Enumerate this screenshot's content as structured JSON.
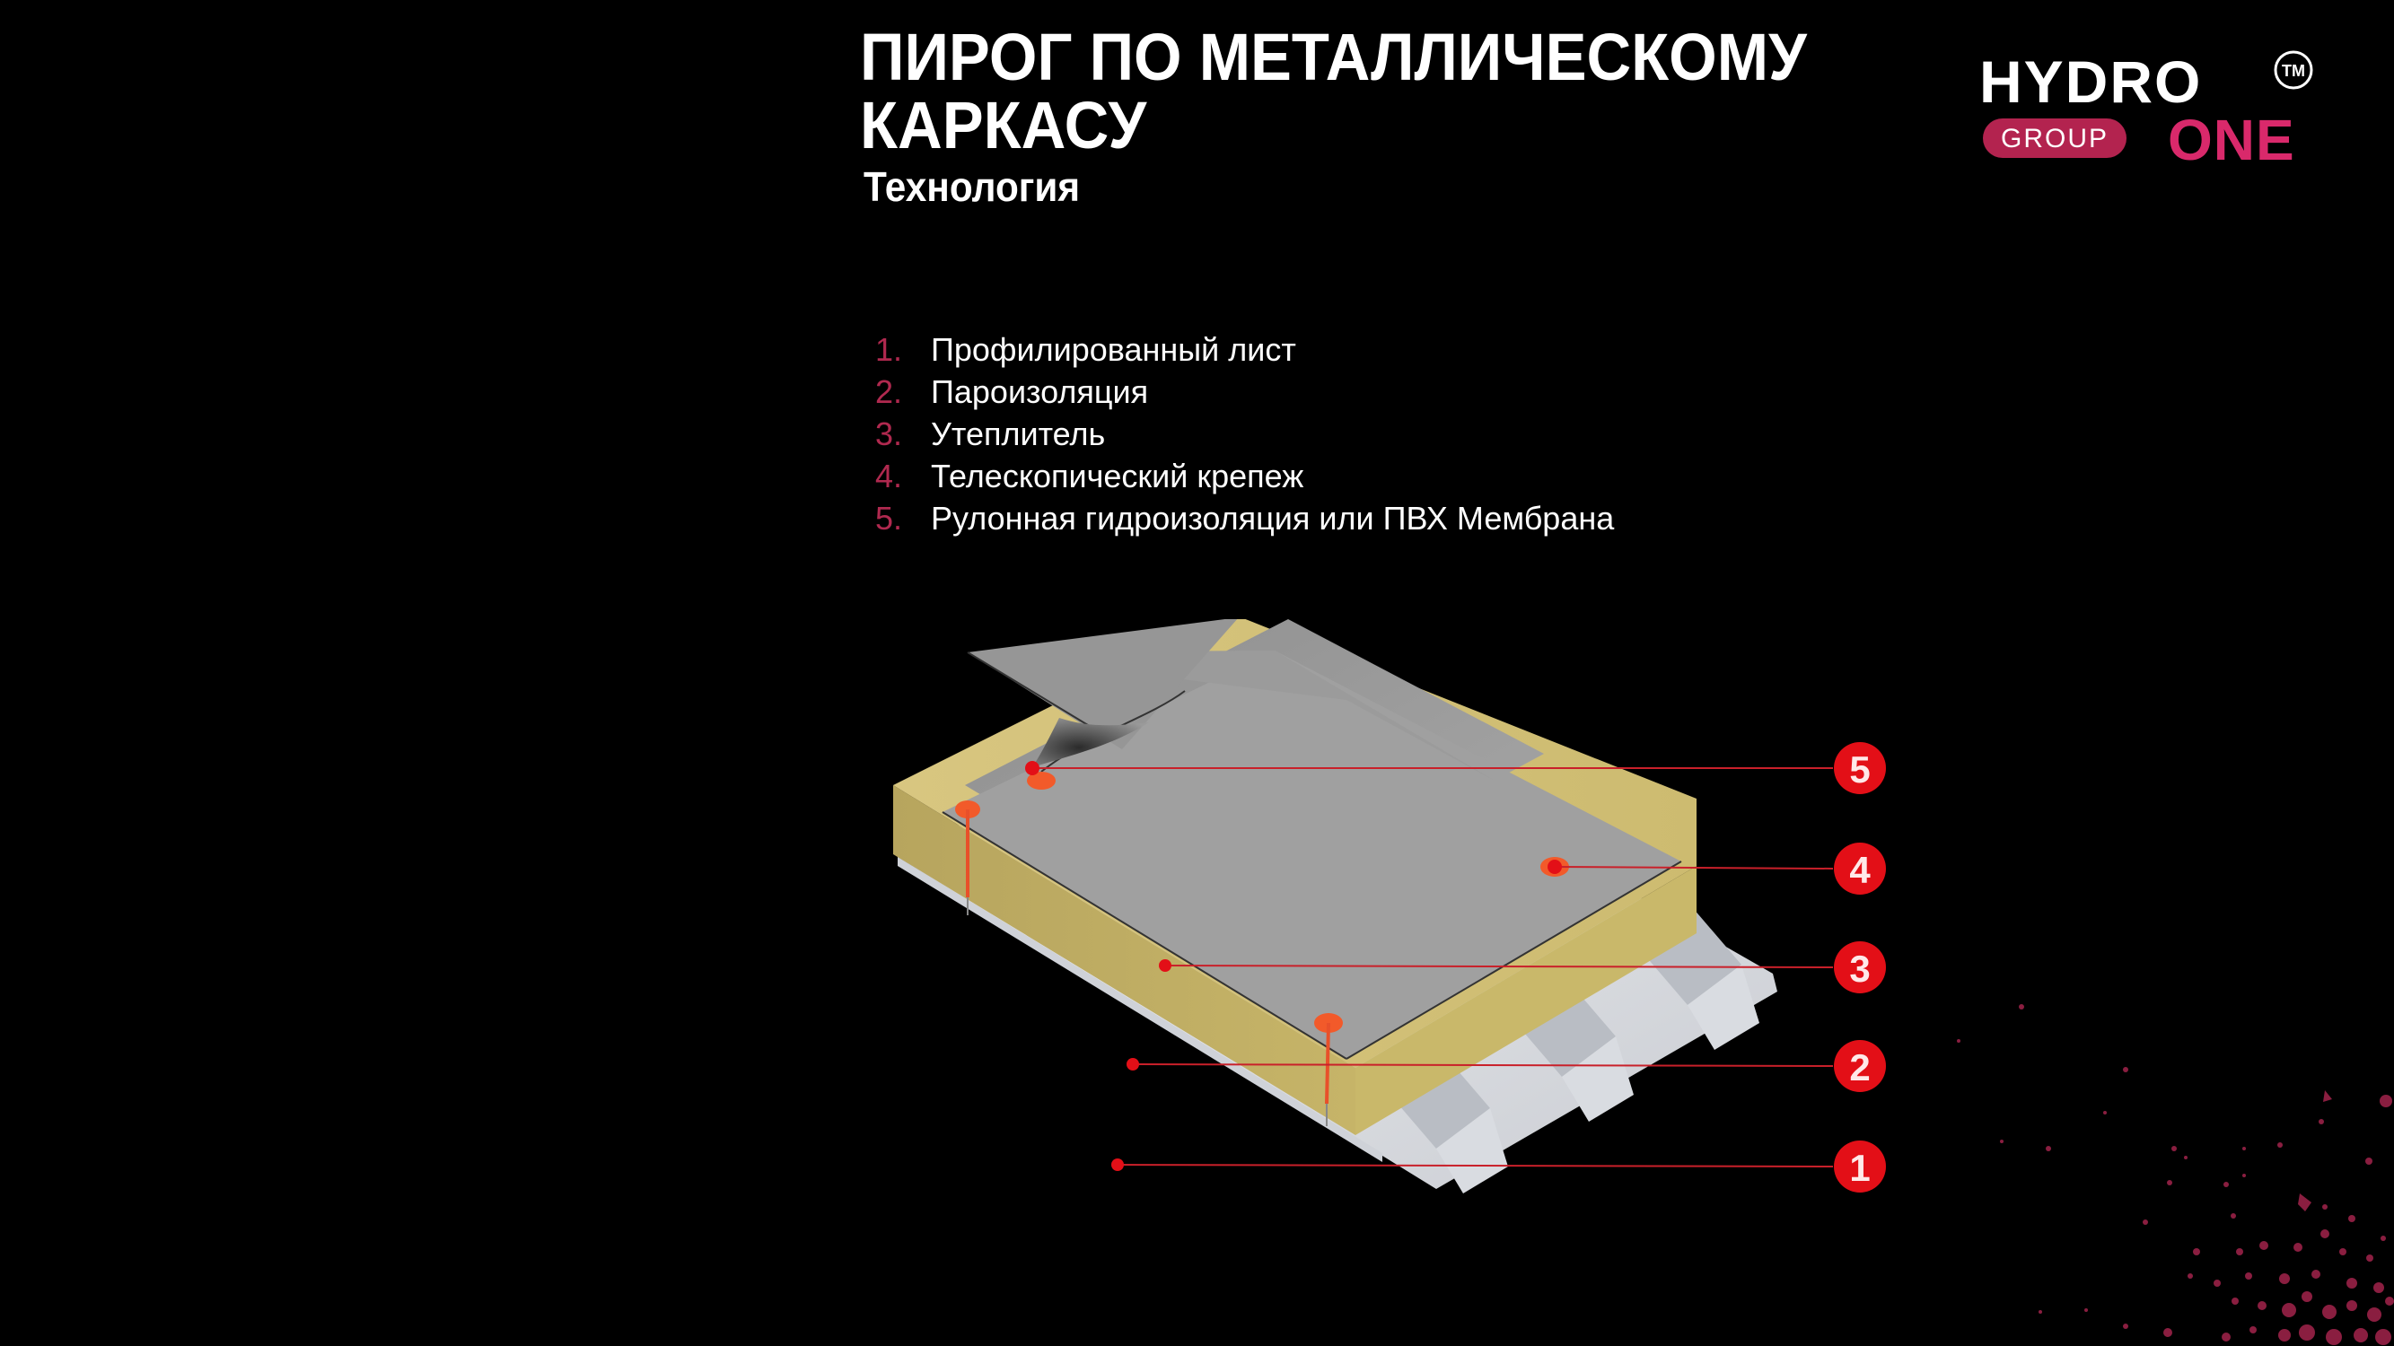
{
  "header": {
    "title_line1": "ПИРОГ ПО МЕТАЛЛИЧЕСКОМУ",
    "title_line2": "КАРКАСУ",
    "subtitle": "Технология"
  },
  "logo": {
    "word_top": "HYDRO",
    "word_badge": "GROUP",
    "word_bottom": "ONE",
    "trademark": "TM",
    "colors": {
      "primary": "#ffffff",
      "badge": "#b3234f",
      "accent": "#d9296b"
    }
  },
  "layers_list": {
    "items": [
      {
        "number": "1.",
        "label": "Профилированный лист"
      },
      {
        "number": "2.",
        "label": "Пароизоляция"
      },
      {
        "number": "3.",
        "label": "Утеплитель"
      },
      {
        "number": "4.",
        "label": "Телескопический крепеж"
      },
      {
        "number": "5.",
        "label": "Рулонная гидроизоляция или ПВХ Мембрана"
      }
    ],
    "number_color": "#b0294f"
  },
  "diagram": {
    "callouts": [
      "5",
      "4",
      "3",
      "2",
      "1"
    ],
    "colors": {
      "membrane": "#9a9a9a",
      "insulation": "#c9b86a",
      "steel_deck": "#e8eaee",
      "callout": "#e30f17"
    }
  },
  "decor": {
    "splatter_color": "#8a1e40"
  }
}
